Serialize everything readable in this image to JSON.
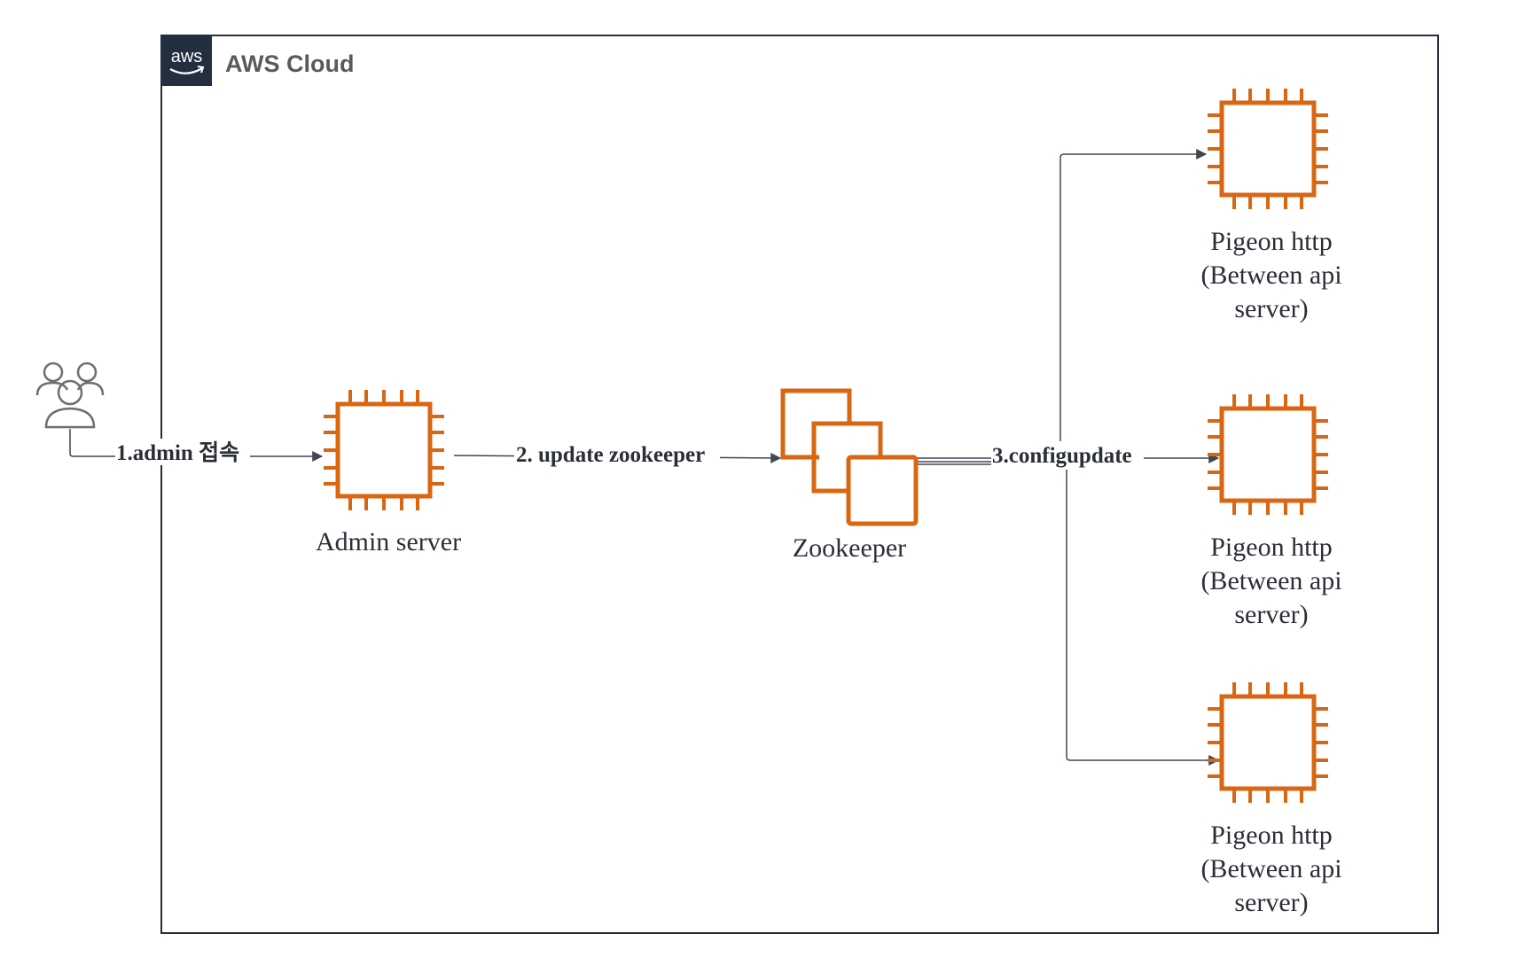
{
  "cloud": {
    "title": "AWS Cloud",
    "logo_text": "aws"
  },
  "nodes": {
    "users": {
      "icon": "users-icon"
    },
    "admin": {
      "label": "Admin server",
      "icon": "ec2-instance-icon"
    },
    "zookeeper": {
      "label": "Zookeeper",
      "icon": "multiple-instances-icon"
    },
    "pigeon_1": {
      "line1": "Pigeon http",
      "line2": "(Between api",
      "line3": "server)",
      "icon": "ec2-instance-icon"
    },
    "pigeon_2": {
      "line1": "Pigeon http",
      "line2": "(Between api",
      "line3": "server)",
      "icon": "ec2-instance-icon"
    },
    "pigeon_3": {
      "line1": "Pigeon http",
      "line2": "(Between api",
      "line3": "server)",
      "icon": "ec2-instance-icon"
    }
  },
  "edges": {
    "e1": "1.admin 접속",
    "e2": "2. update zookeeper",
    "e3": "3.configupdate"
  },
  "colors": {
    "orange": "#D86613",
    "border": "#232F3E",
    "aws_dark": "#232F3E",
    "text": "#2a2f37",
    "connector": "#414750",
    "user_gray": "#6e6e6e"
  }
}
